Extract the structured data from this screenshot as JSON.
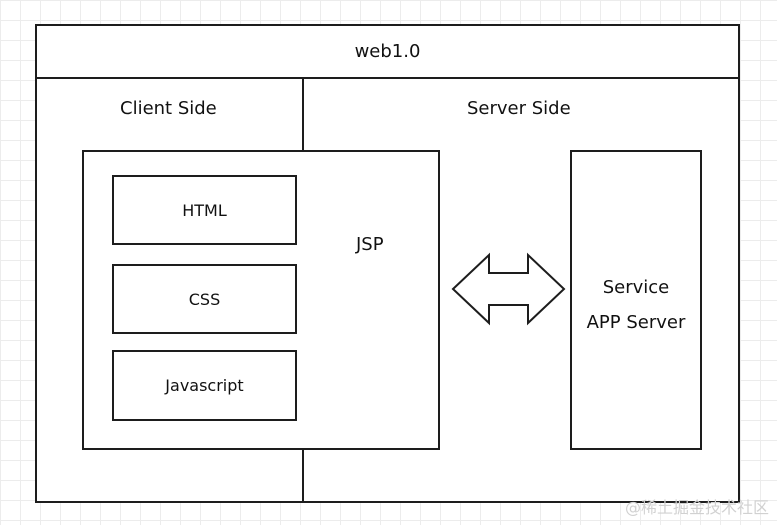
{
  "diagram": {
    "title": "web1.0",
    "client_side_label": "Client Side",
    "server_side_label": "Server Side",
    "jsp_label": "JSP",
    "client_items": [
      "HTML",
      "CSS",
      "Javascript"
    ],
    "service_box": {
      "line1": "Service",
      "line2": "APP Server"
    },
    "arrow_icon": "double-arrow-icon"
  },
  "watermark": "@稀土掘金技术社区"
}
